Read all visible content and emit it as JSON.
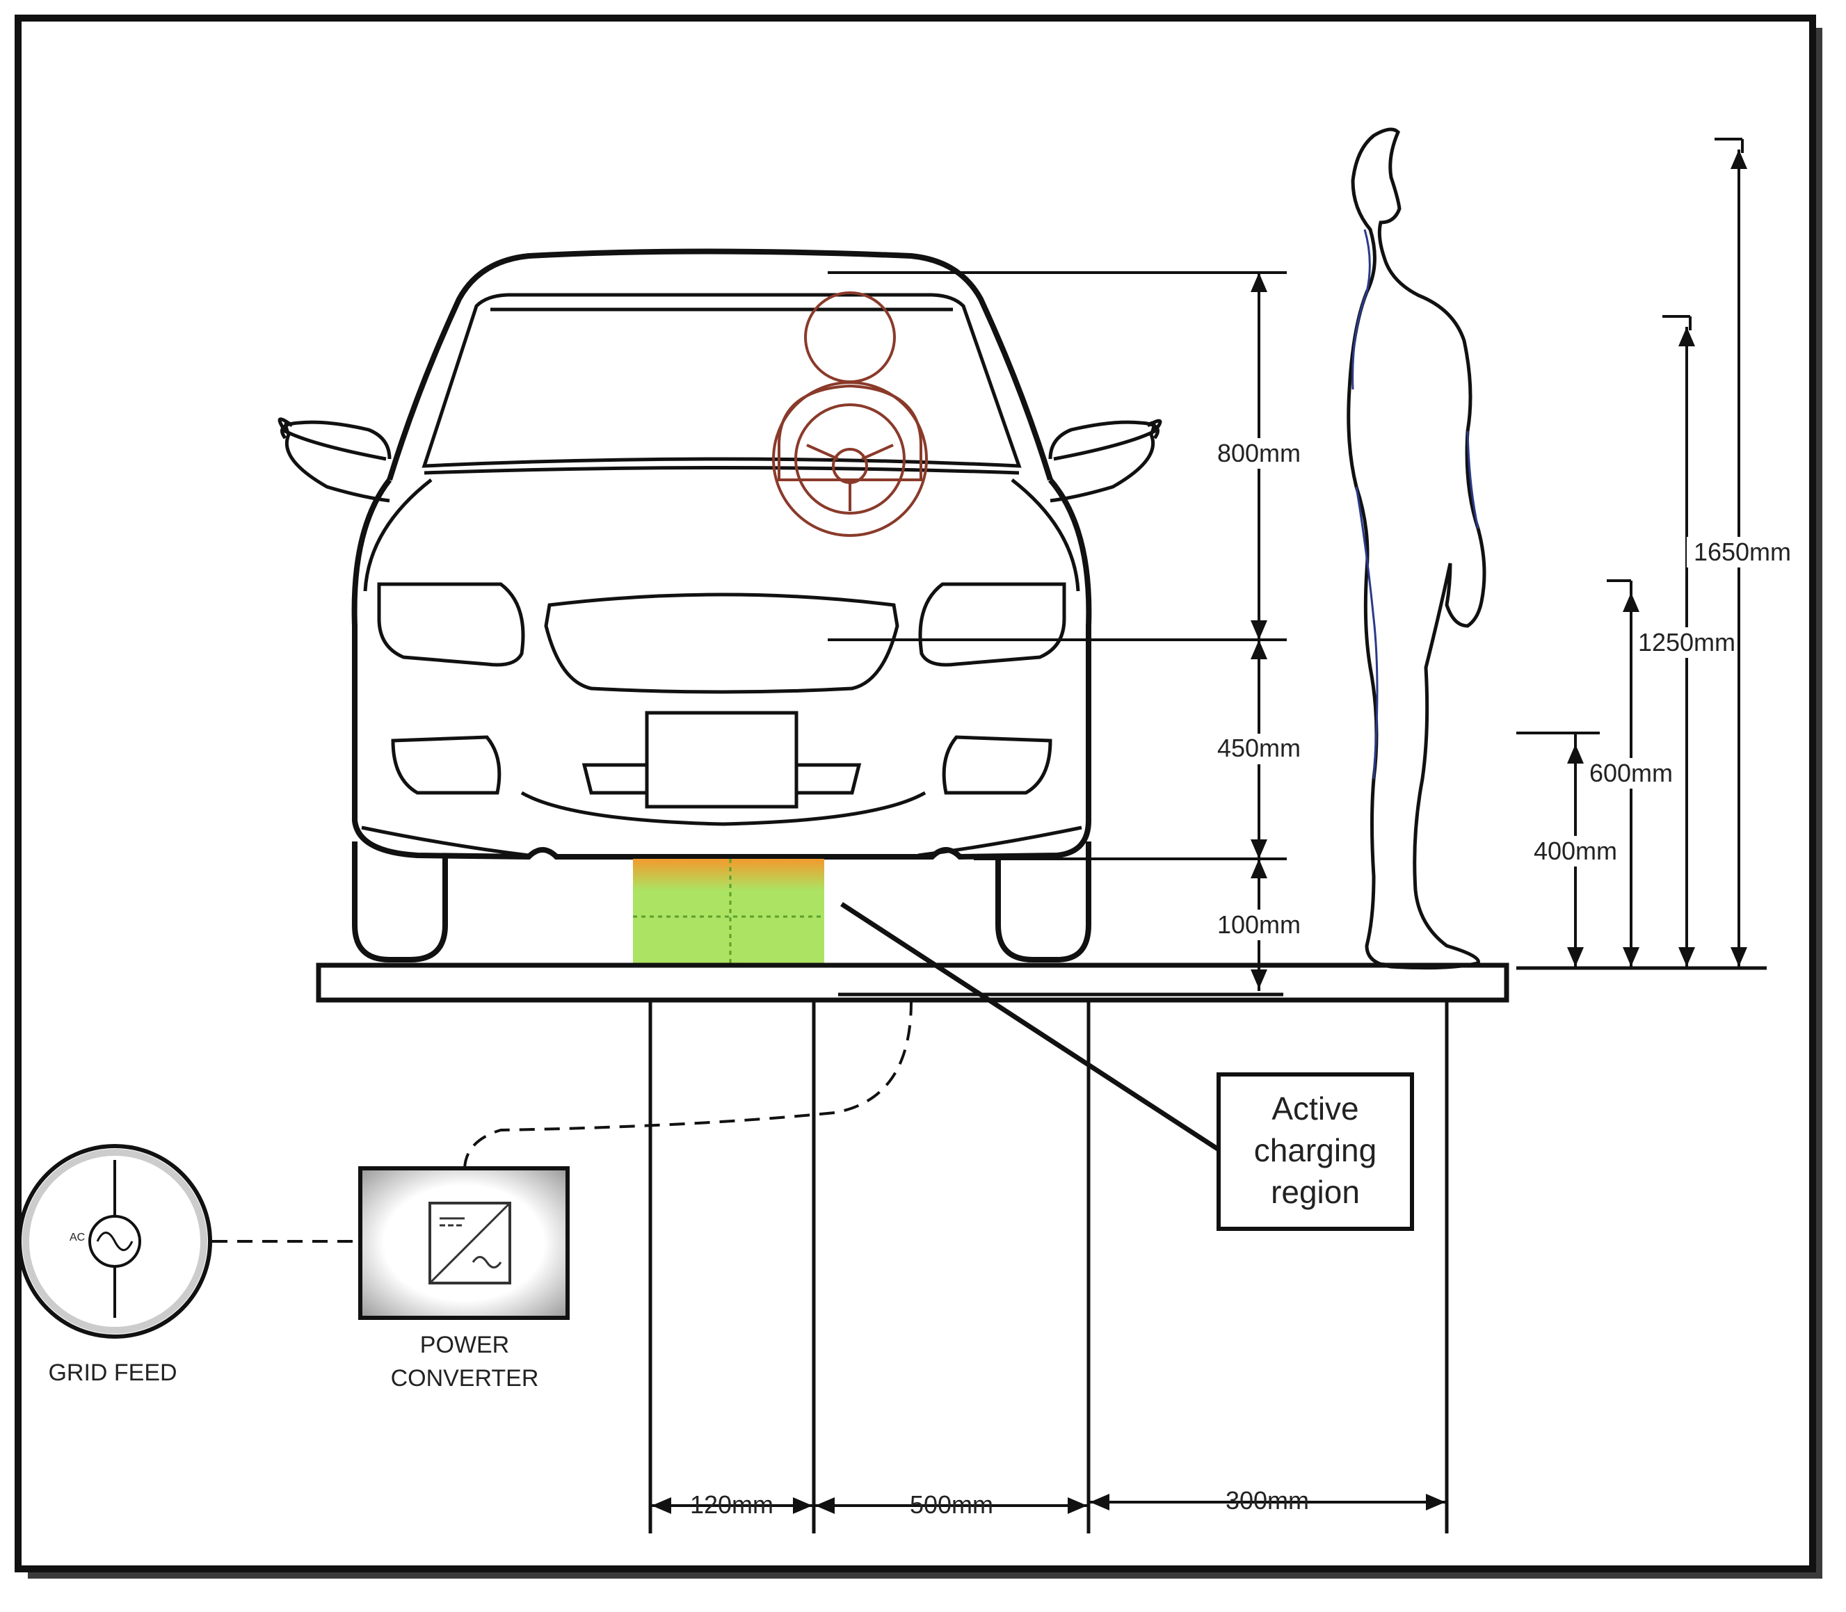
{
  "dimensions": {
    "vertical_car": [
      {
        "id": "roof",
        "label": "800mm"
      },
      {
        "id": "bonnet",
        "label": "450mm"
      },
      {
        "id": "clearance",
        "label": "100mm"
      }
    ],
    "vertical_person": [
      {
        "id": "h400",
        "label": "400mm"
      },
      {
        "id": "h600",
        "label": "600mm"
      },
      {
        "id": "h1250",
        "label": "1250mm"
      },
      {
        "id": "h1650",
        "label": "1650mm"
      }
    ],
    "horizontal": [
      {
        "id": "w120",
        "label": "120mm"
      },
      {
        "id": "w500",
        "label": "500mm"
      },
      {
        "id": "w300",
        "label": "300mm"
      }
    ]
  },
  "charging_region": {
    "label_lines": [
      "Active",
      "charging",
      "region"
    ],
    "colors": {
      "field": "#a8e25a",
      "hot": "#f39a2c",
      "core": "#e8352a"
    }
  },
  "grid_feed": {
    "caption": "GRID FEED",
    "symbol_text": "AC",
    "icon": "ac-source-icon"
  },
  "power_converter": {
    "caption_lines": [
      "POWER",
      "CONVERTER"
    ],
    "icon": "dc-ac-converter-icon"
  },
  "driver_outline_color": "#8a3a2a",
  "person_accent_color": "#2a3a8a"
}
